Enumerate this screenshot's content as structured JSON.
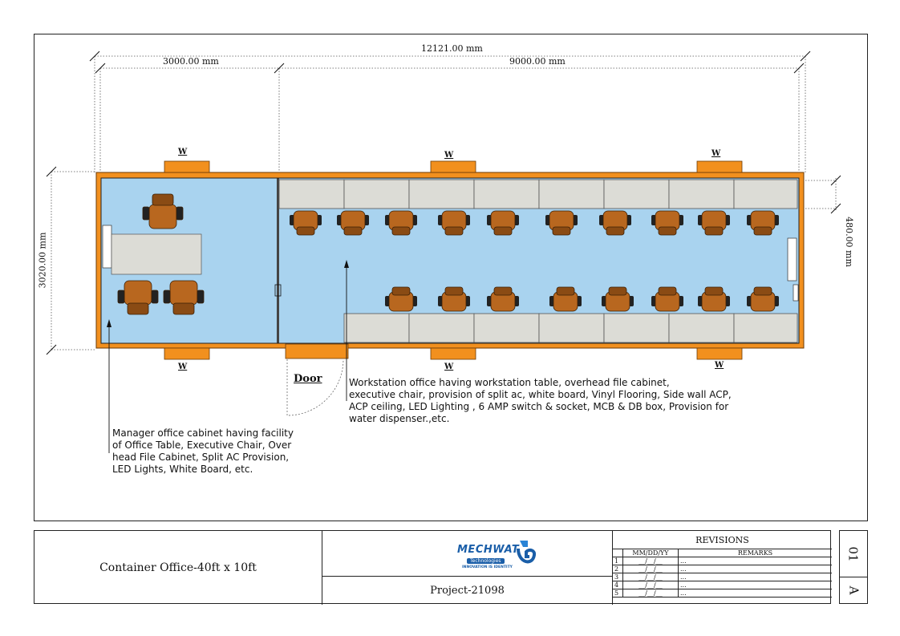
{
  "dimensions": {
    "overall_length": "12121.00 mm",
    "manager_length": "3000.00 mm",
    "workstation_length": "9000.00 mm",
    "width": "3020.00 mm",
    "offset": "480.00 mm"
  },
  "window_label": "W",
  "door_label": "Door",
  "notes": {
    "manager": "Manager office cabinet having facility\nof Office Table, Executive Chair, Over\nhead File Cabinet, Split AC Provision,\nLED Lights, White Board, etc.",
    "workstation": "Workstation office having workstation table, overhead file cabinet,\nexecutive chair, provision of split ac, white board, Vinyl Flooring, Side wall ACP,\nACP ceiling, LED Lighting , 6 AMP switch & socket, MCB & DB box, Provision for\nwater dispenser.,etc."
  },
  "title_block": {
    "title": "Container Office-40ft x 10ft",
    "project": "Project-21098",
    "logo": {
      "name": "MECHWAT",
      "sub": "Technologies",
      "tagline": "INNOVATION IS IDENTITY"
    },
    "revisions": {
      "title": "REVISIONS",
      "date_header": "MM/DD/YY",
      "remarks_header": "REMARKS",
      "rows": [
        {
          "no": "1",
          "date": "__/__/__",
          "remarks": "..."
        },
        {
          "no": "2",
          "date": "__/__/__",
          "remarks": "..."
        },
        {
          "no": "3",
          "date": "__/__/__",
          "remarks": "..."
        },
        {
          "no": "4",
          "date": "__/__/__",
          "remarks": "..."
        },
        {
          "no": "5",
          "date": "__/__/__",
          "remarks": "..."
        }
      ]
    },
    "sheet_number": "01",
    "sheet_revision": "A"
  },
  "colors": {
    "floor": "#a9d3ef",
    "wall": "#f2901e",
    "desk": "#dcdcd6",
    "chair": "#b8671f"
  }
}
